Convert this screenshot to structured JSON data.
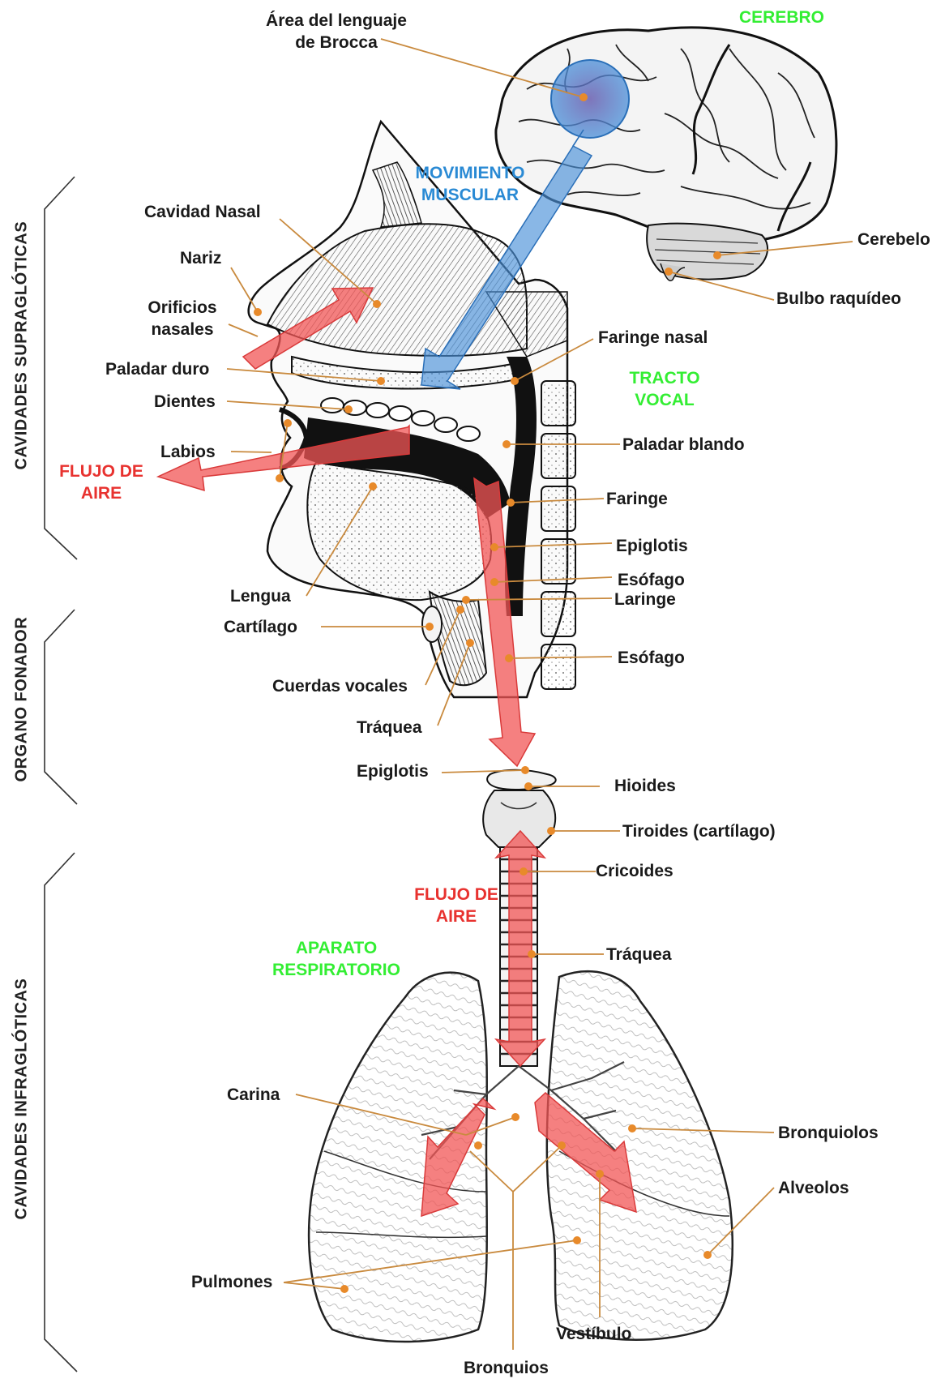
{
  "labels": {
    "broca": "Área del lenguaje\nde Brocca",
    "cerebro": "CEREBRO",
    "movimiento": "MOVIMIENTO\nMUSCULAR",
    "cerebelo": "Cerebelo",
    "bulbo": "Bulbo raquídeo",
    "cavidad_nasal": "Cavidad Nasal",
    "nariz": "Nariz",
    "orificios": "Orificios\nnasales",
    "paladar_duro": "Paladar duro",
    "dientes": "Dientes",
    "labios": "Labios",
    "flujo_aire_1": "FLUJO DE\nAIRE",
    "faringe_nasal": "Faringe nasal",
    "tracto_vocal": "TRACTO\nVOCAL",
    "paladar_blando": "Paladar blando",
    "faringe": "Faringe",
    "epiglotis_1": "Epiglotis",
    "esofago_1": "Esófago",
    "laringe": "Laringe",
    "esofago_2": "Esófago",
    "lengua": "Lengua",
    "cartilago": "Cartílago",
    "cuerdas": "Cuerdas vocales",
    "traquea_1": "Tráquea",
    "epiglotis_2": "Epiglotis",
    "hioides": "Hioides",
    "tiroides": "Tiroides (cartílago)",
    "cricoides": "Cricoides",
    "flujo_aire_2": "FLUJO DE\nAIRE",
    "aparato": "APARATO\nRESPIRATORIO",
    "traquea_2": "Tráquea",
    "carina": "Carina",
    "bronquiolos": "Bronquiolos",
    "alveolos": "Alveolos",
    "pulmones": "Pulmones",
    "vestibulo": "Vestíbulo",
    "bronquios": "Bronquios"
  },
  "sections": {
    "supra": "CAVIDADES SUPRAGLÓTICAS",
    "organo": "ORGANO FONADOR",
    "infra": "CAVIDADES INFRAGLÓTICAS"
  },
  "colors": {
    "leader": "#c98a3e",
    "dot": "#e88a2a",
    "air_arrow": "#f25555",
    "muscle_arrow": "#4a90d9",
    "green_label": "#33ee33",
    "red_label": "#e8322f",
    "blue_label": "#2a8ad4"
  }
}
